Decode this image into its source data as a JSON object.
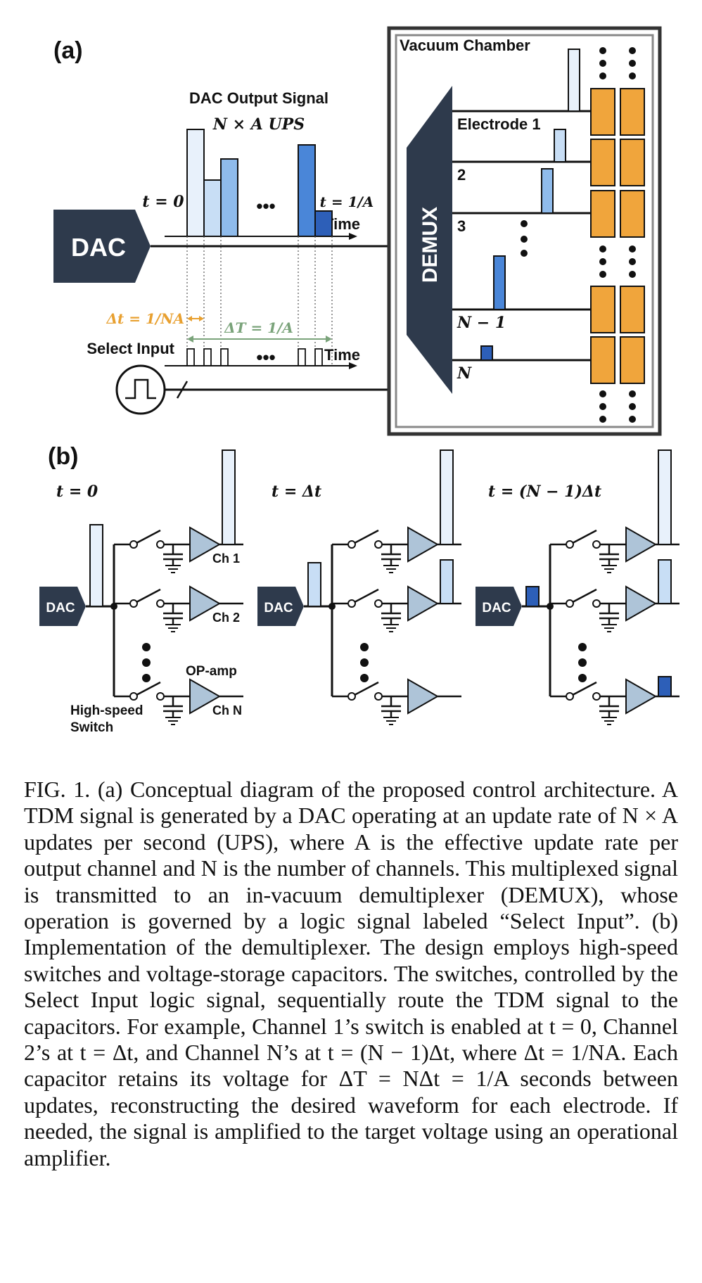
{
  "panel_a": {
    "label": "(a)",
    "dac_label": "DAC",
    "output_title": "DAC Output Signal",
    "rate_label": "N × A UPS",
    "t0_label": "t = 0",
    "t_end_label": "t = 1/A",
    "time_label": "Time",
    "time_label_2": "Time",
    "dots": "•••",
    "dt_label": "Δt = 1/NA",
    "dT_label": "ΔT = 1/A",
    "select_label": "Select Input",
    "chamber_label": "Vacuum Chamber",
    "demux_label": "DEMUX",
    "electrode_labels": [
      "Electrode 1",
      "2",
      "3",
      "N − 1",
      "N"
    ],
    "colors": {
      "dark": "#2e3a4c",
      "orange": "#f0a53c",
      "green": "#7aa37a",
      "amber_text": "#e8a030",
      "bar_shades": [
        "#e8f1fb",
        "#c8def5",
        "#8fbbeb",
        "#4a86d8",
        "#2d5fb8"
      ]
    }
  },
  "panel_b": {
    "label": "(b)",
    "times": [
      "t = 0",
      "t = Δt",
      "t = (N − 1)Δt"
    ],
    "dac_label": "DAC",
    "channel_labels": [
      "Ch 1",
      "Ch 2",
      "Ch N"
    ],
    "opamp_label": "OP-amp",
    "switch_label_1": "High-speed",
    "switch_label_2": "Switch"
  },
  "caption": "FIG. 1. (a) Conceptual diagram of the proposed control architecture. A TDM signal is generated by a DAC operating at an update rate of N × A updates per second (UPS), where A is the effective update rate per output channel and N is the number of channels. This multiplexed signal is transmitted to an in-vacuum demultiplexer (DEMUX), whose operation is governed by a logic signal labeled “Select Input”. (b) Implementation of the demultiplexer. The design employs high-speed switches and voltage-storage capacitors. The switches, controlled by the Select Input logic signal, sequentially route the TDM signal to the capacitors. For example, Channel 1’s switch is enabled at t = 0, Channel 2’s at t = Δt, and Channel N’s at t = (N − 1)Δt, where Δt = 1/NA. Each capacitor retains its voltage for ΔT = NΔt = 1/A seconds between updates, reconstructing the desired waveform for each electrode. If needed, the signal is amplified to the target voltage using an operational amplifier."
}
